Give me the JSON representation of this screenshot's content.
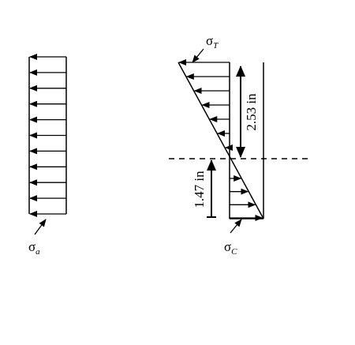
{
  "left_diagram": {
    "label": {
      "symbol": "σ",
      "subscript": "a"
    },
    "arrow_count": 11
  },
  "right_diagram": {
    "tension_label": {
      "symbol": "σ",
      "subscript": "T"
    },
    "compression_label": {
      "symbol": "σ",
      "subscript": "C"
    },
    "dimension_top": "2.53 in",
    "dimension_bottom": "1.47 in",
    "tension_arrow_count": 7,
    "compression_arrow_count": 4
  }
}
